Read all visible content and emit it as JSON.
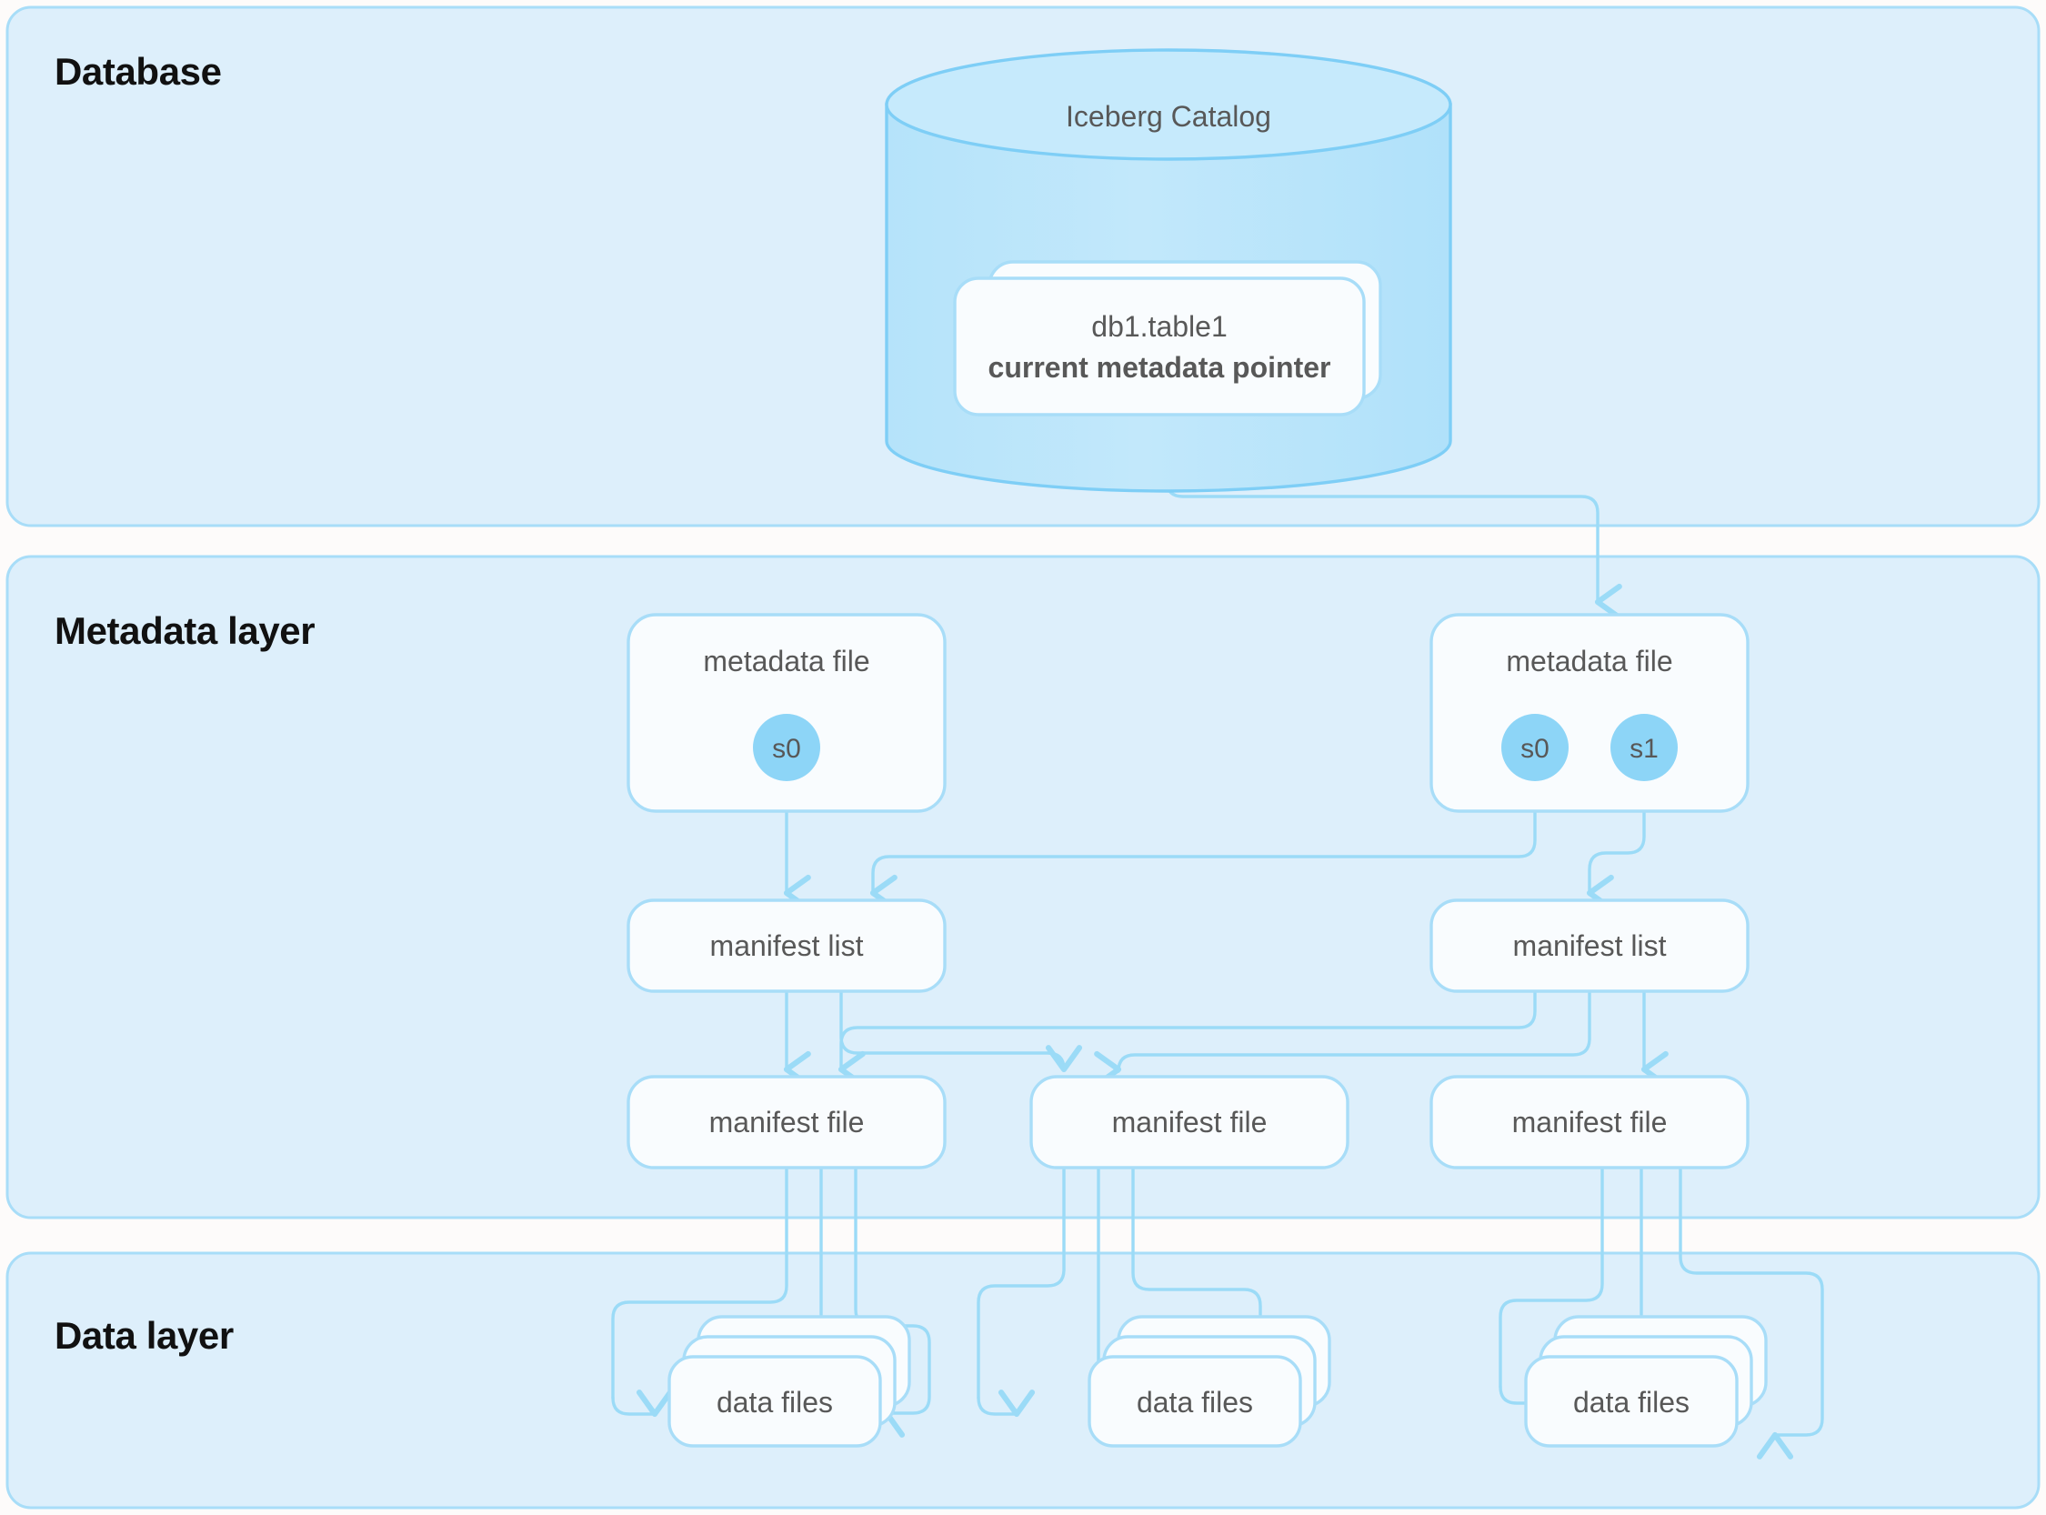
{
  "colors": {
    "page_background": "#fdfbfa",
    "panel_fill": "#ddeffb",
    "panel_stroke": "#a8ddf8",
    "card_fill": "#f9fcfe",
    "card_stroke": "#a8ddf8",
    "cylinder_fill": "#bce6fa",
    "cylinder_stroke": "#7ecef6",
    "connector_stroke": "#9bdbf7",
    "snapshot_circle_fill": "#8dd5f7",
    "node_text": "#585858",
    "panel_title_text": "#111111"
  },
  "panels": [
    {
      "id": "database",
      "title": "Database"
    },
    {
      "id": "metadata-layer",
      "title": "Metadata layer"
    },
    {
      "id": "data-layer",
      "title": "Data layer"
    }
  ],
  "database": {
    "catalog": {
      "label": "Iceberg Catalog",
      "table_card": {
        "table_name": "db1.table1",
        "pointer_label": "current metadata pointer",
        "stacked_cards": 2
      }
    }
  },
  "metadata_layer": {
    "metadata_files": [
      {
        "id": "metadata-file-left",
        "label": "metadata file",
        "snapshots": [
          "s0"
        ]
      },
      {
        "id": "metadata-file-right",
        "label": "metadata file",
        "snapshots": [
          "s0",
          "s1"
        ]
      }
    ],
    "manifest_lists": [
      {
        "id": "manifest-list-left",
        "label": "manifest list"
      },
      {
        "id": "manifest-list-right",
        "label": "manifest list"
      }
    ],
    "manifest_files": [
      {
        "id": "manifest-file-1",
        "label": "manifest file"
      },
      {
        "id": "manifest-file-2",
        "label": "manifest file"
      },
      {
        "id": "manifest-file-3",
        "label": "manifest file"
      }
    ]
  },
  "data_layer": {
    "data_file_groups": [
      {
        "id": "data-files-1",
        "label": "data files",
        "stacked_cards": 3
      },
      {
        "id": "data-files-2",
        "label": "data files",
        "stacked_cards": 3
      },
      {
        "id": "data-files-3",
        "label": "data files",
        "stacked_cards": 3
      }
    ]
  }
}
